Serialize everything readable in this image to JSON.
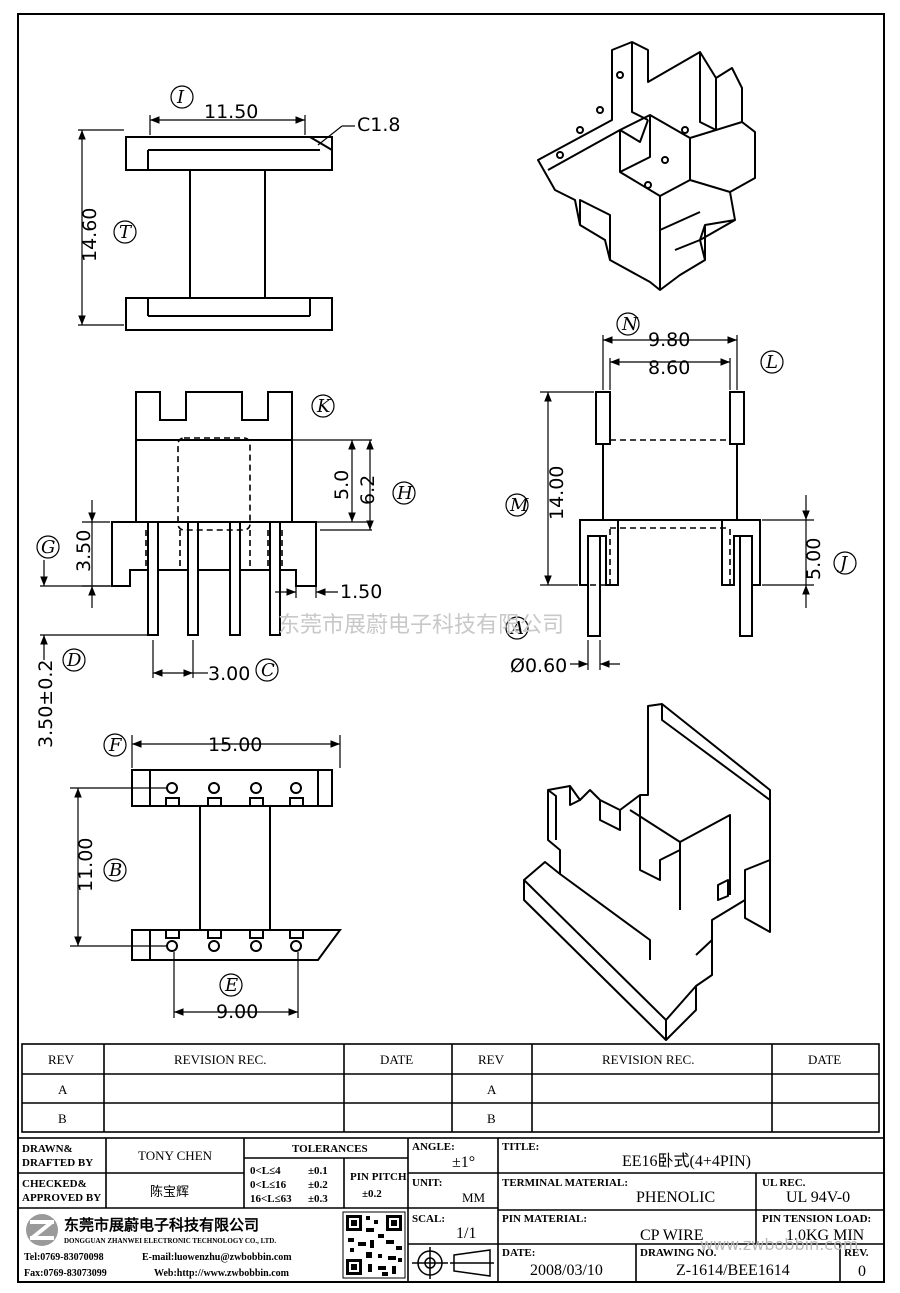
{
  "dimensions": {
    "d1": "11.50",
    "chamfer": "C1.8",
    "d2": "14.60",
    "d3": "9.80",
    "d4": "8.60",
    "d5": "5.0",
    "d6": "6.2",
    "d7": "14.00",
    "d8": "3.50",
    "d9": "1.50",
    "d10": "5.00",
    "d11": "3.00",
    "d12": "Ø0.60",
    "d13": "3.50±0.2",
    "d14": "15.00",
    "d15": "11.00",
    "d16": "9.00"
  },
  "callouts": {
    "I": "I",
    "T": "T",
    "N": "N",
    "L": "L",
    "K": "K",
    "H": "H",
    "G": "G",
    "M": "M",
    "J": "J",
    "A": "A",
    "D": "D",
    "C": "C",
    "F": "F",
    "B": "B",
    "E": "E"
  },
  "watermark": {
    "company": "东莞市展蔚电子科技有限公司",
    "site": "www.zwbobbin.com"
  },
  "revision_table": {
    "headers": [
      "REV",
      "REVISION REC.",
      "DATE",
      "REV",
      "REVISION REC.",
      "DATE"
    ],
    "rows": [
      [
        "A",
        "",
        "",
        "A",
        "",
        ""
      ],
      [
        "B",
        "",
        "",
        "B",
        "",
        ""
      ]
    ]
  },
  "title_block": {
    "drawn_label": "DRAWN&",
    "drafted_label": "DRAFTED BY",
    "drawn_by": "TONY CHEN",
    "checked_label": "CHECKED&",
    "approved_label": "APPROVED BY",
    "approved_by": "陈宝辉",
    "tolerances_label": "TOLERANCES",
    "tol_rows": [
      {
        "range": "0<L≤4",
        "tol": "±0.1"
      },
      {
        "range": "0<L≤16",
        "tol": "±0.2"
      },
      {
        "range": "16<L≤63",
        "tol": "±0.3"
      }
    ],
    "pin_pitch_label": "PIN PITCH",
    "pin_pitch": "±0.2",
    "angle_label": "ANGLE:",
    "angle": "±1°",
    "unit_label": "UNIT:",
    "unit": "MM",
    "scale_label": "SCAL:",
    "scale": "1/1",
    "title_label": "TITLE:",
    "title": "EE16卧式(4+4PIN)",
    "terminal_label": "TERMINAL MATERIAL:",
    "terminal": "PHENOLIC",
    "ul_label": "UL REC.",
    "ul": "UL 94V-0",
    "pin_material_label": "PIN MATERIAL:",
    "pin_material": "CP WIRE",
    "tension_label": "PIN TENSION LOAD:",
    "tension": "1.0KG MIN",
    "date_label": "DATE:",
    "date": "2008/03/10",
    "drawing_label": "DRAWING NO.",
    "drawing_no": "Z-1614/BEE1614",
    "rev_label": "REV.",
    "rev": "0",
    "company_cn": "东莞市展蔚电子科技有限公司",
    "company_en": "DONGGUAN ZHANWEI ELECTRONIC TECHNOLOGY CO., LTD.",
    "tel": "Tel:0769-83070098",
    "email": "E-mail:luowenzhu@zwbobbin.com",
    "fax": "Fax:0769-83073099",
    "web": "Web:http://www.zwbobbin.com",
    "logo_text": "ZW"
  }
}
